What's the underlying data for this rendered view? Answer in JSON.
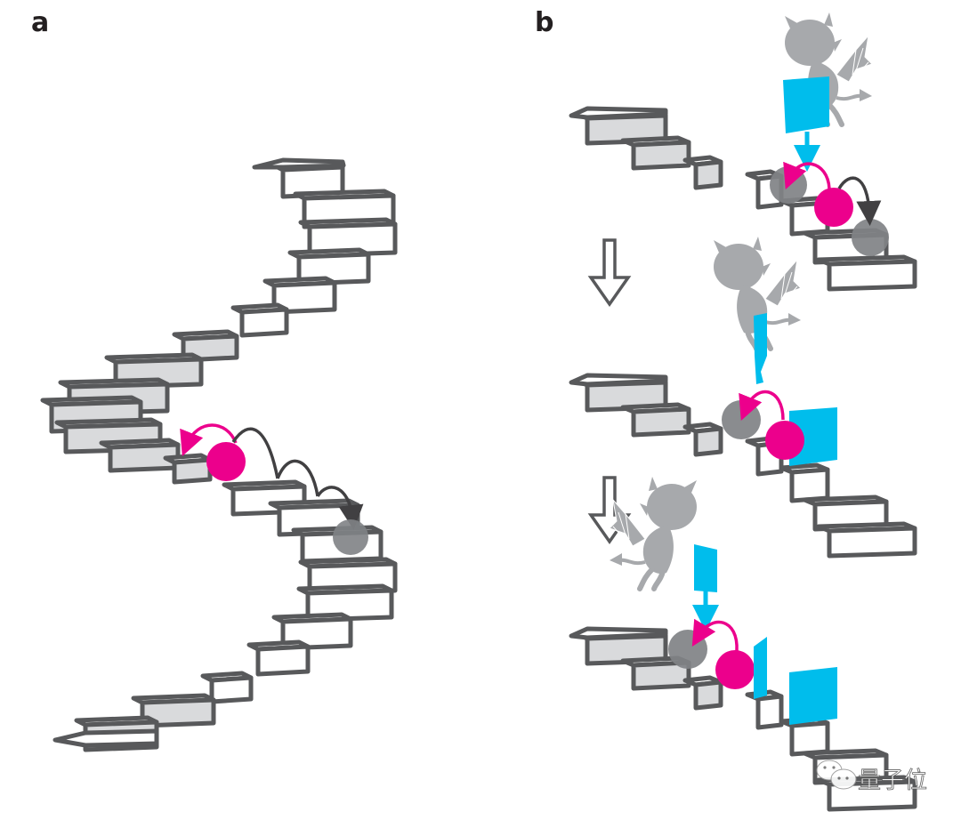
{
  "figure": {
    "panels": [
      {
        "id": "a",
        "label": "a",
        "description": "Spiral staircase; a magenta ball jumps back up one step while the grey arcs show it falling down several steps to the grey ball position"
      },
      {
        "id": "b",
        "label": "b",
        "description": "Three-stage sequence: a demon inserts a cyan barrier plate behind a ball after it hops up, preventing it from falling down the stairs"
      }
    ],
    "stages_b": [
      {
        "id": "b1",
        "caption": "Demon holding barrier above the step"
      },
      {
        "id": "b2",
        "caption": "Barrier placed behind ball"
      },
      {
        "id": "b3",
        "caption": "Second barrier placed, ball ratchets upward"
      }
    ],
    "stage_arrow_icon": "down-arrow-outline",
    "colors": {
      "stair_stroke": "#58595b",
      "stair_fill_shaded": "#d9dadc",
      "stair_fill_light": "#ffffff",
      "ball_active": "#ec008c",
      "ball_ghost": "#808285",
      "barrier": "#00bdec",
      "demon": "#a7a9ac",
      "jump_arrow_up": "#ec008c",
      "jump_arrow_down": "#414042"
    },
    "watermark": {
      "icon": "wechat-icon",
      "text": "量子位"
    }
  }
}
